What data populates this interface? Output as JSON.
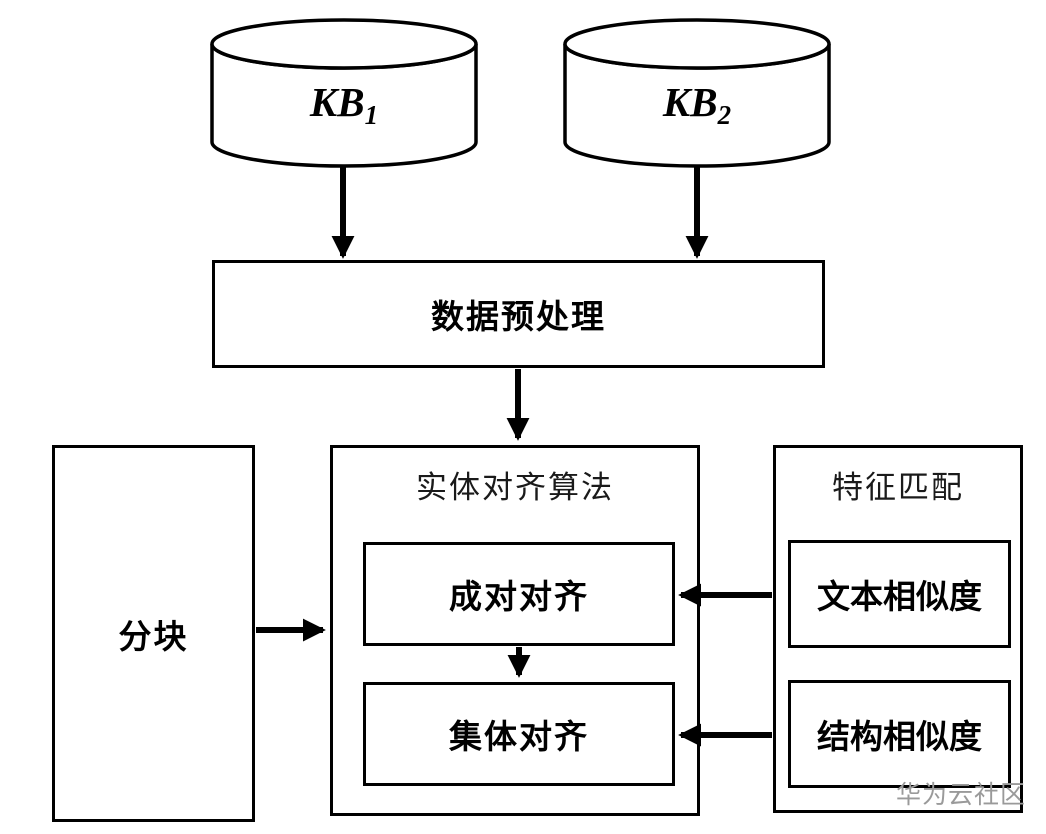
{
  "nodes": {
    "kb1": {
      "label": "KB",
      "sub": "1"
    },
    "kb2": {
      "label": "KB",
      "sub": "2"
    },
    "preprocess": {
      "label": "数据预处理"
    },
    "blocking": {
      "label": "分块"
    },
    "alignment": {
      "title": "实体对齐算法",
      "pairwise": "成对对齐",
      "collective": "集体对齐"
    },
    "feature": {
      "title": "特征匹配",
      "text_similarity": "文本相似度",
      "structural_similarity": "结构相似度"
    }
  },
  "watermark": {
    "label": "华为云社区",
    "color": "#9a9a9a"
  },
  "colors": {
    "stroke": "#000000",
    "fill": "#ffffff"
  }
}
